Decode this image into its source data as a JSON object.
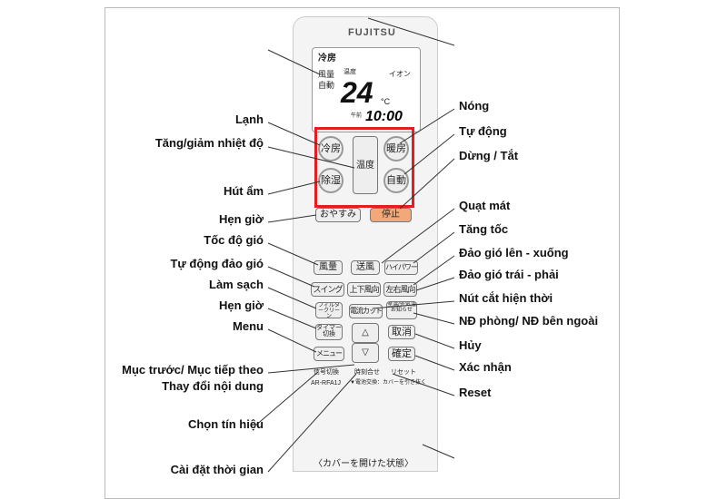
{
  "remote": {
    "brand": "FUJITSU",
    "lcd_mode": "冷房",
    "lcd_fan": "風量",
    "lcd_auto": "自動",
    "lcd_temp_label": "温度",
    "lcd_temp": "24",
    "lcd_unit": "°C",
    "lcd_icons": "イオン",
    "lcd_ampm": "午前",
    "lcd_time": "10:00",
    "buttons": {
      "cool": "冷房",
      "heat": "暖房",
      "dry": "除湿",
      "auto": "自動",
      "temp": "温度",
      "sleep": "おやすみ",
      "stop": "停止",
      "fan": "風量",
      "fan_only": "送風",
      "powerful": "ハイパワー",
      "swing": "スイング",
      "updown": "上下風向",
      "leftright": "左右風向",
      "filter": "フィルタークリーン",
      "current_cut": "電流カット",
      "room_temp": "室温/外気温お知らせ",
      "timer": "タイマー切換",
      "menu": "メニュー",
      "up": "△",
      "down": "▽",
      "cancel": "取消",
      "confirm": "確定",
      "signal": "信号切換",
      "clock_set": "時刻合せ",
      "reset": "リセット",
      "model": "AR-RFA1J",
      "battery": "▼電池交換：カバーを引き抜く"
    },
    "caption": "〈カバーを開けた状態〉"
  },
  "left_labels": [
    "Lạnh",
    "Tăng/giảm nhiệt độ",
    "Hút ẩm",
    "Hẹn giờ",
    "Tốc độ gió",
    "Tự động đảo gió",
    "Làm sạch",
    "Hẹn giờ",
    "Menu",
    "Mục trước/ Mục tiếp theo",
    "Thay đổi nội dung",
    "Chọn tín hiệu",
    "Cài đặt thời gian"
  ],
  "right_labels": [
    "Nóng",
    "Tự động",
    "Dừng / Tắt",
    "Quạt mát",
    "Tăng tốc",
    "Đảo gió lên - xuống",
    "Đảo gió trái - phải",
    "Nút cắt hiện thời",
    "NĐ phòng/ NĐ bên ngoài",
    "Hủy",
    "Xác nhận",
    "Reset"
  ],
  "colors": {
    "highlight": "#e41e1e",
    "stop_button": "#f2a878"
  }
}
